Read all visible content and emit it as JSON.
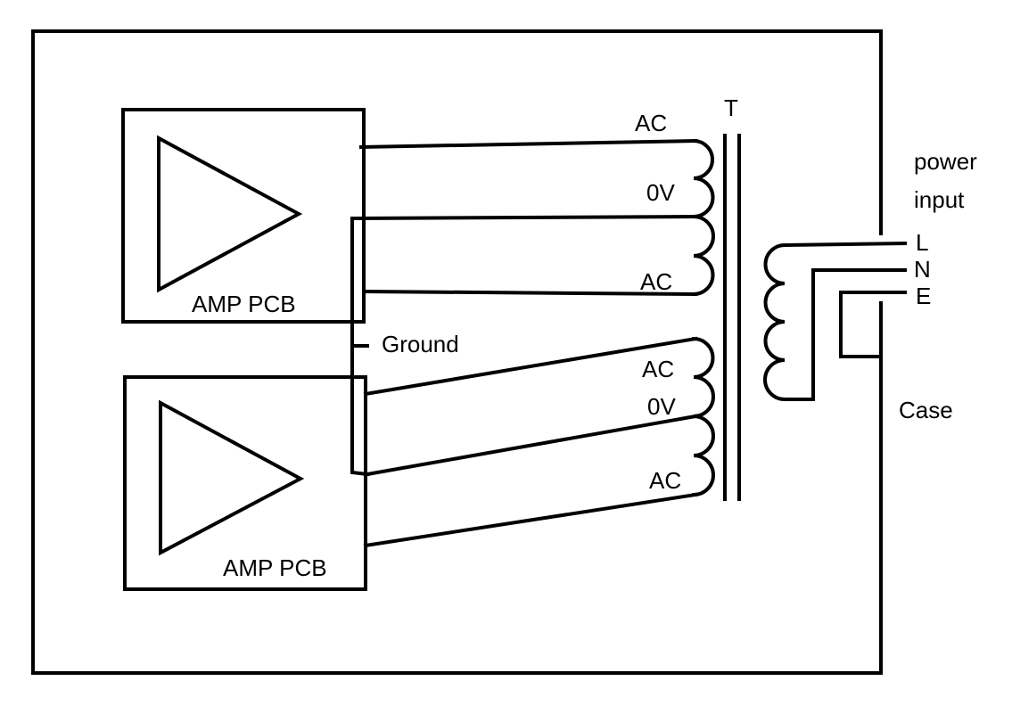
{
  "diagram": {
    "amp_top": {
      "label": "AMP PCB"
    },
    "amp_bottom": {
      "label": "AMP PCB"
    },
    "ground": {
      "label": "Ground"
    },
    "transformer": {
      "label": "T"
    },
    "secondary_top": {
      "tap1": "AC",
      "tap2": "0V",
      "tap3": "AC"
    },
    "secondary_bottom": {
      "tap1": "AC",
      "tap2": "0V",
      "tap3": "AC"
    },
    "power_input": {
      "line1": "power",
      "line2": "input",
      "live": "L",
      "neutral": "N",
      "earth": "E"
    },
    "case": {
      "label": "Case"
    }
  }
}
